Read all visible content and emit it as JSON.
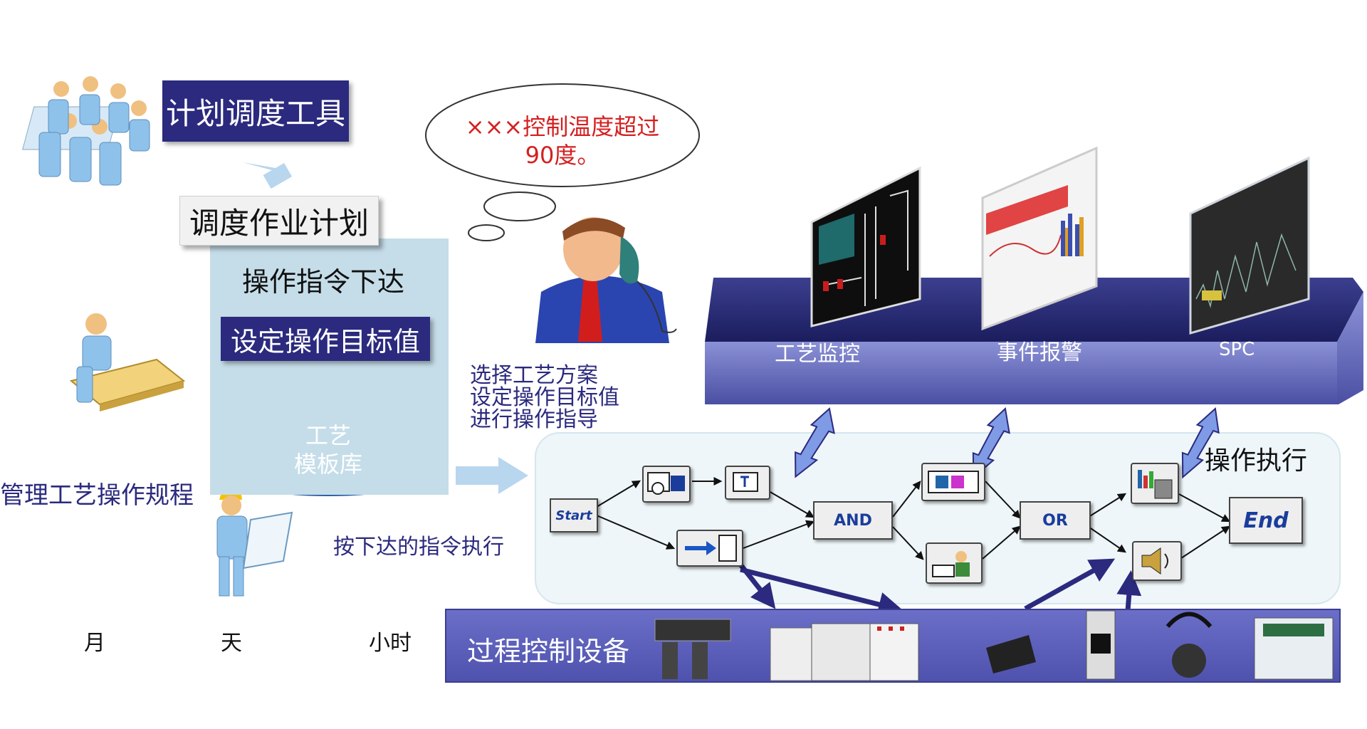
{
  "left": {
    "plan_tool": "计划调度工具",
    "dispatch_plan": "调度作业计划",
    "instruction_issue": "操作指令下达",
    "set_target": "设定操作目标值",
    "template_db_line1": "工艺",
    "template_db_line2": "模板库",
    "manage_rules": "管理工艺操作规程"
  },
  "timeline": {
    "month": "月",
    "day": "天",
    "hour": "小时"
  },
  "thought_bubble": {
    "line1": "×××控制温度超过",
    "line2": "90度。"
  },
  "middle": {
    "select_scheme": "选择工艺方案",
    "set_target": "设定操作目标值",
    "guide": "进行操作指导",
    "execute_by_instruction": "按下达的指令执行"
  },
  "platform": {
    "monitoring": "工艺监控",
    "alarm": "事件报警",
    "spc": "SPC"
  },
  "workflow": {
    "title": "操作执行",
    "start": "Start",
    "and": "AND",
    "or": "OR",
    "end": "End"
  },
  "devices": {
    "title": "过程控制设备"
  },
  "colors": {
    "navy": "#2b2a7e",
    "panel": "#c5dde9",
    "cylinder": "#2f6fb8",
    "red_text": "#d42020",
    "arrow": "#2b2a7e"
  }
}
